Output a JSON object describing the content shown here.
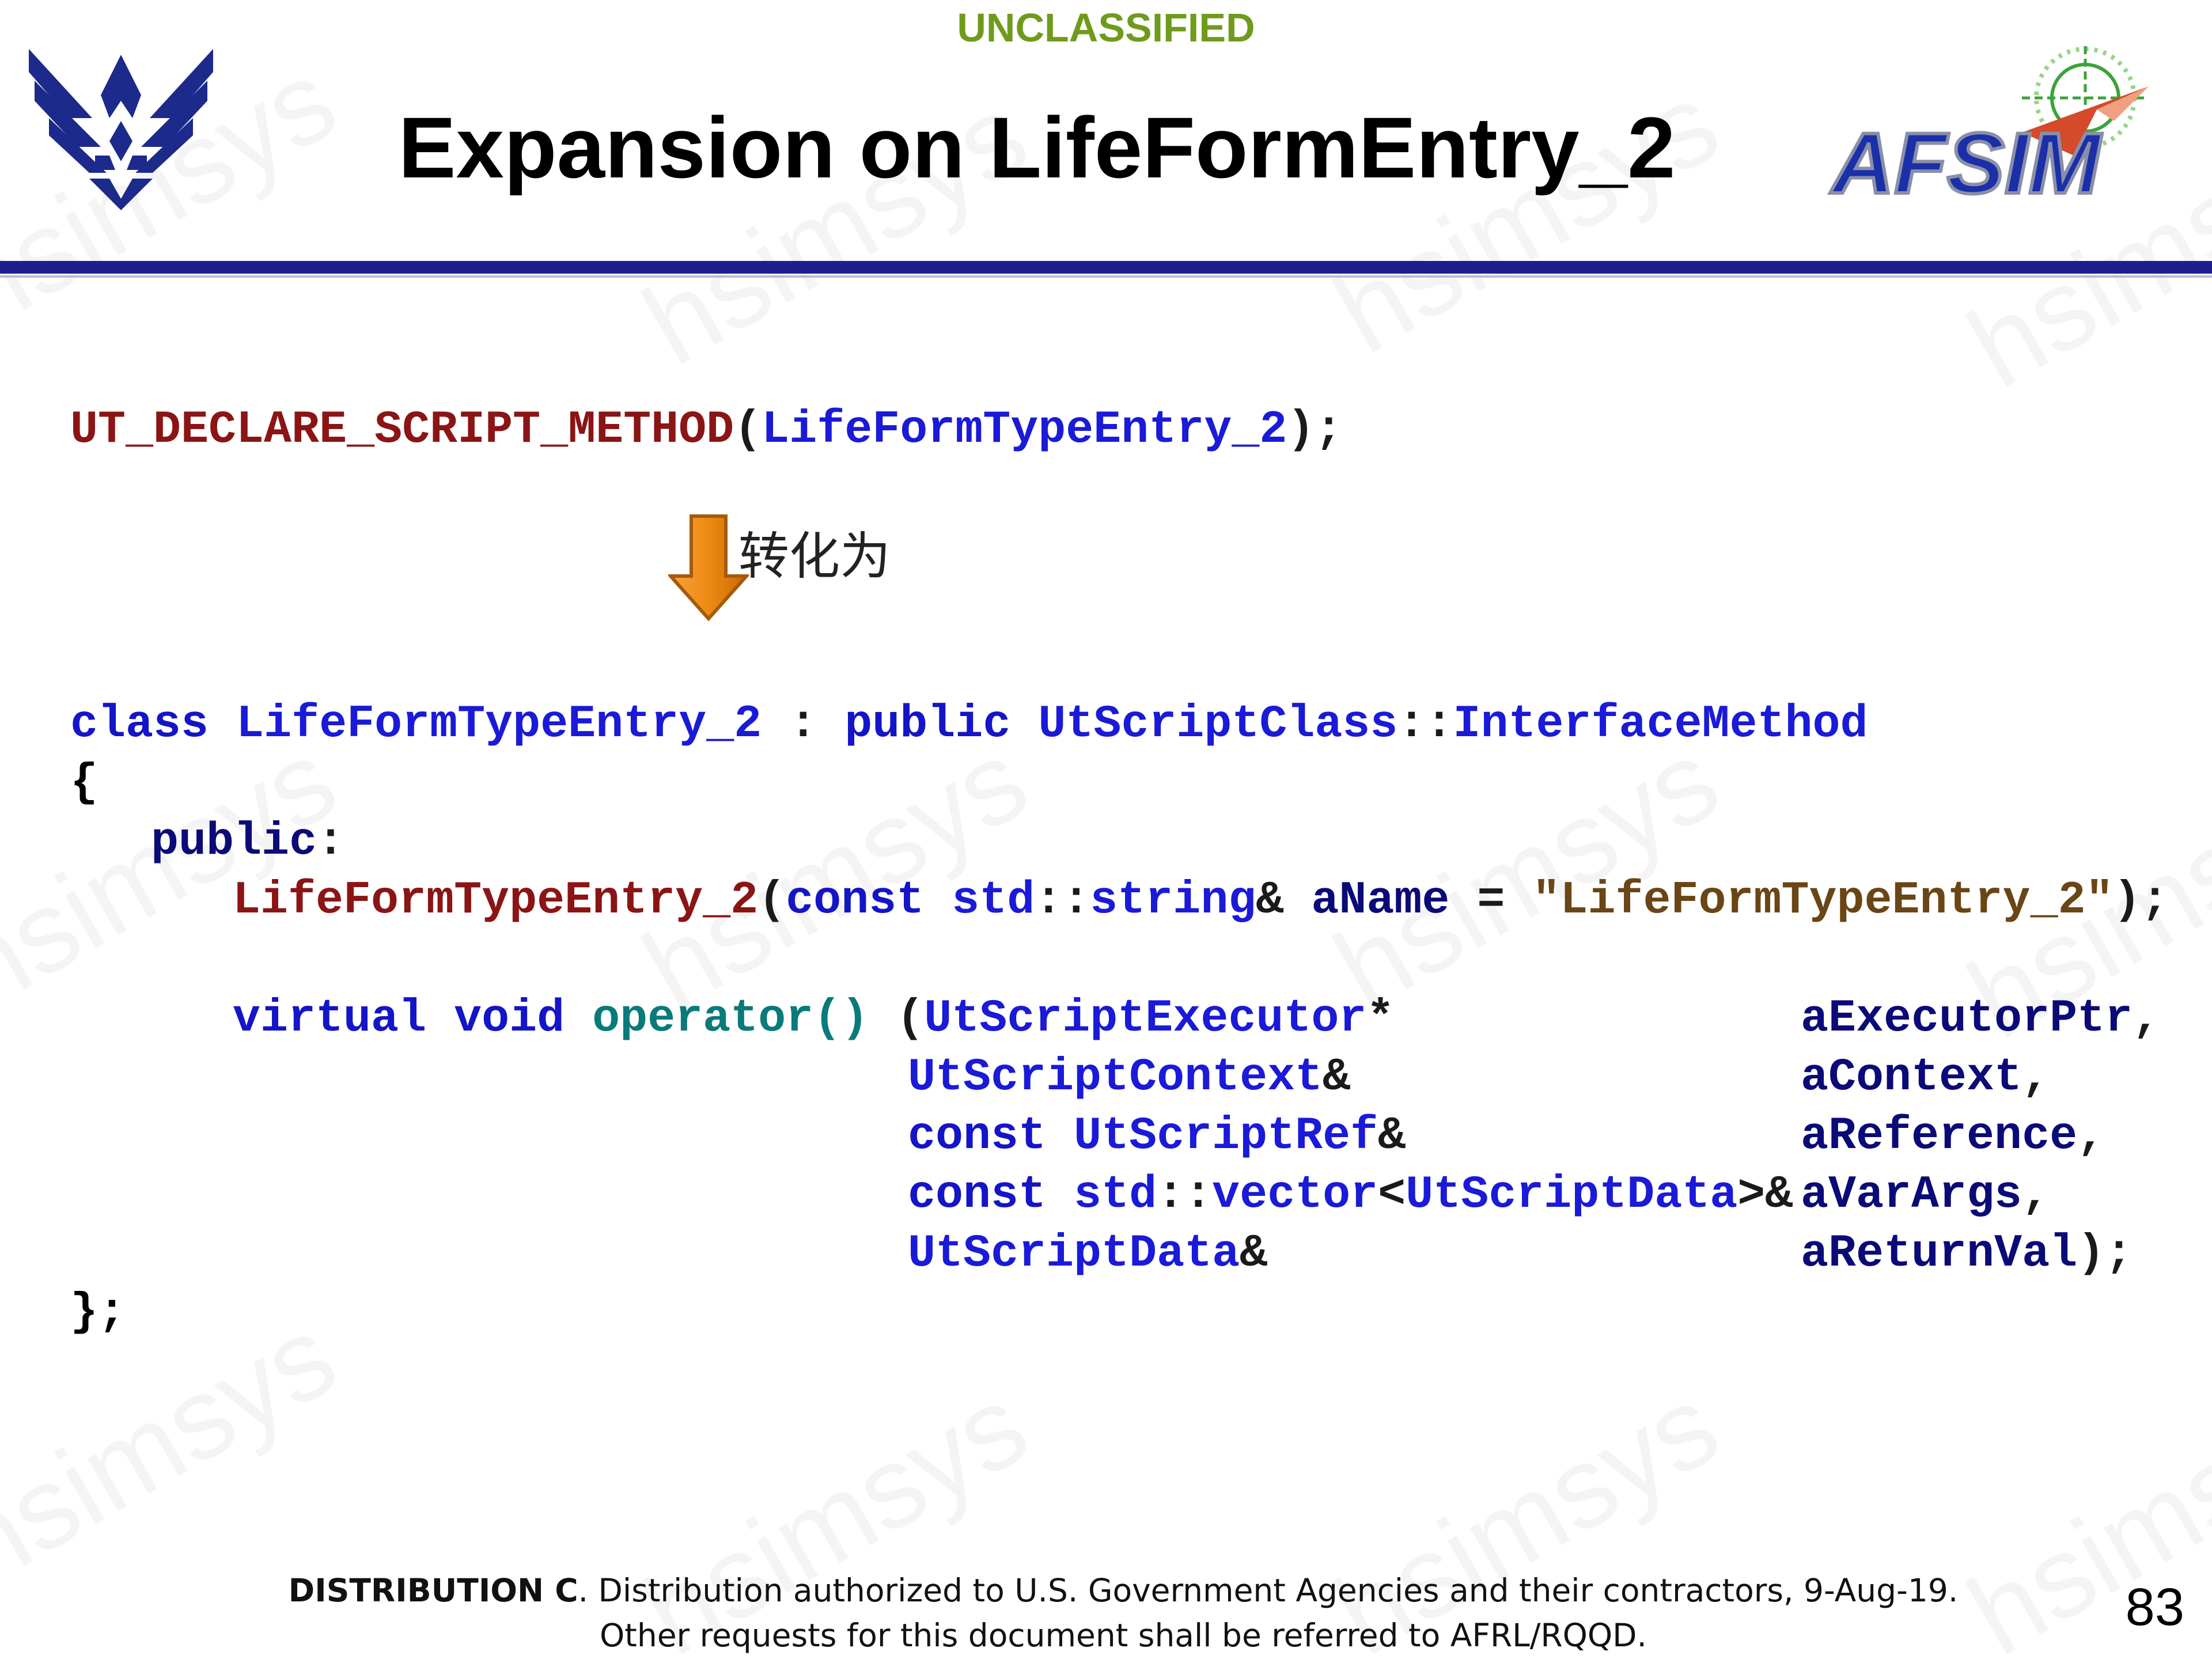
{
  "header": {
    "classification": "UNCLASSIFIED",
    "title": "Expansion on LifeFormEntry_2",
    "logo_left": "us-air-force-wings-logo",
    "logo_right_text": "AFSIM"
  },
  "watermark": "hsimsys",
  "code_top": {
    "macro": "UT_DECLARE_SCRIPT_METHOD",
    "open_paren": "(",
    "arg": "LifeFormTypeEntry_2",
    "close": ");"
  },
  "conversion": {
    "arrow_icon": "down-arrow-icon",
    "label": "转化为",
    "arrow_color": "#ee8a13"
  },
  "code_class": {
    "line1": {
      "kw_class": "class",
      "name": "LifeFormTypeEntry_2",
      "colon": " : ",
      "kw_public": "public",
      "base_class": "UtScriptClass",
      "scope": "::",
      "base_member": "InterfaceMethod"
    },
    "line2": "{",
    "line3": {
      "kw": "public",
      "colon": ":"
    },
    "line4": {
      "ctor": "LifeFormTypeEntry_2",
      "open": "(",
      "kw_const": "const",
      "ns": "std",
      "scope": "::",
      "type": "string",
      "amp": "& ",
      "param": "aName",
      "eq": " = ",
      "default": "\"LifeFormTypeEntry_2\"",
      "close": ");"
    },
    "line5": {
      "kw_virtual": "virtual",
      "kw_void": "void",
      "op": "operator()",
      "open": "(",
      "type": "UtScriptExecutor",
      "suffix": "*",
      "param": "aExecutorPtr",
      "sep": ","
    },
    "line6": {
      "type": "UtScriptContext",
      "suffix": "&",
      "param": "aContext",
      "sep": ","
    },
    "line7": {
      "kw_const": "const",
      "type": "UtScriptRef",
      "suffix": "&",
      "param": "aReference",
      "sep": ","
    },
    "line8": {
      "kw_const": "const",
      "ns": "std",
      "scope": "::",
      "type": "vector",
      "lt": "<",
      "inner": "UtScriptData",
      "gt": ">",
      "suffix": "&",
      "param": "aVarArgs",
      "sep": ","
    },
    "line9": {
      "type": "UtScriptData",
      "suffix": "&",
      "param": "aReturnVal",
      "close": ");"
    },
    "line10": "};"
  },
  "footer": {
    "dist_bold": "DISTRIBUTION C",
    "dist_text": ". Distribution authorized to U.S. Government Agencies and their contractors, 9-Aug-19.",
    "line2": "Other requests for this document shall be referred to AFRL/RQQD.",
    "page_number": "83"
  },
  "colors": {
    "keyword": "#1414c8",
    "macro": "#8b1414",
    "operator": "#0a7a7a",
    "string": "#6a4515",
    "classification": "#6f9b1c",
    "rule": "#1c1f8c"
  }
}
